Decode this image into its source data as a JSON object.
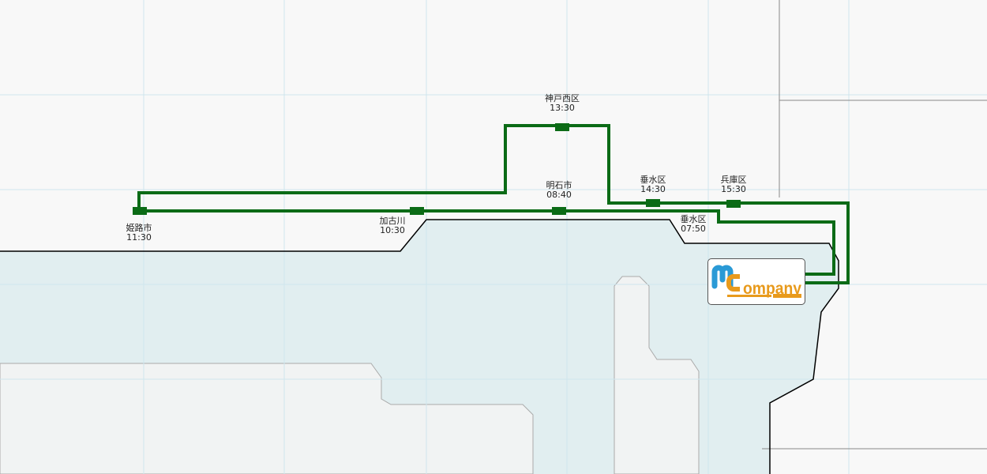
{
  "stations": [
    {
      "name": "姫路市",
      "time": "11:30"
    },
    {
      "name": "加古川",
      "time": "10:30"
    },
    {
      "name": "明石市",
      "time": "08:40"
    },
    {
      "name": "神戸西区",
      "time": "13:30"
    },
    {
      "name": "垂水区",
      "time": "14:30"
    },
    {
      "name": "兵庫区",
      "time": "15:30"
    },
    {
      "name": "垂水区",
      "time": "07:50"
    }
  ],
  "logo": {
    "text": "MCompany",
    "colors": {
      "m": "#2a9ad6",
      "company": "#e89a1c"
    }
  },
  "colors": {
    "route": "#0b6b16",
    "water": "#e1eef0",
    "land": "#f1f3f3",
    "grid": "#cfe6ee"
  }
}
